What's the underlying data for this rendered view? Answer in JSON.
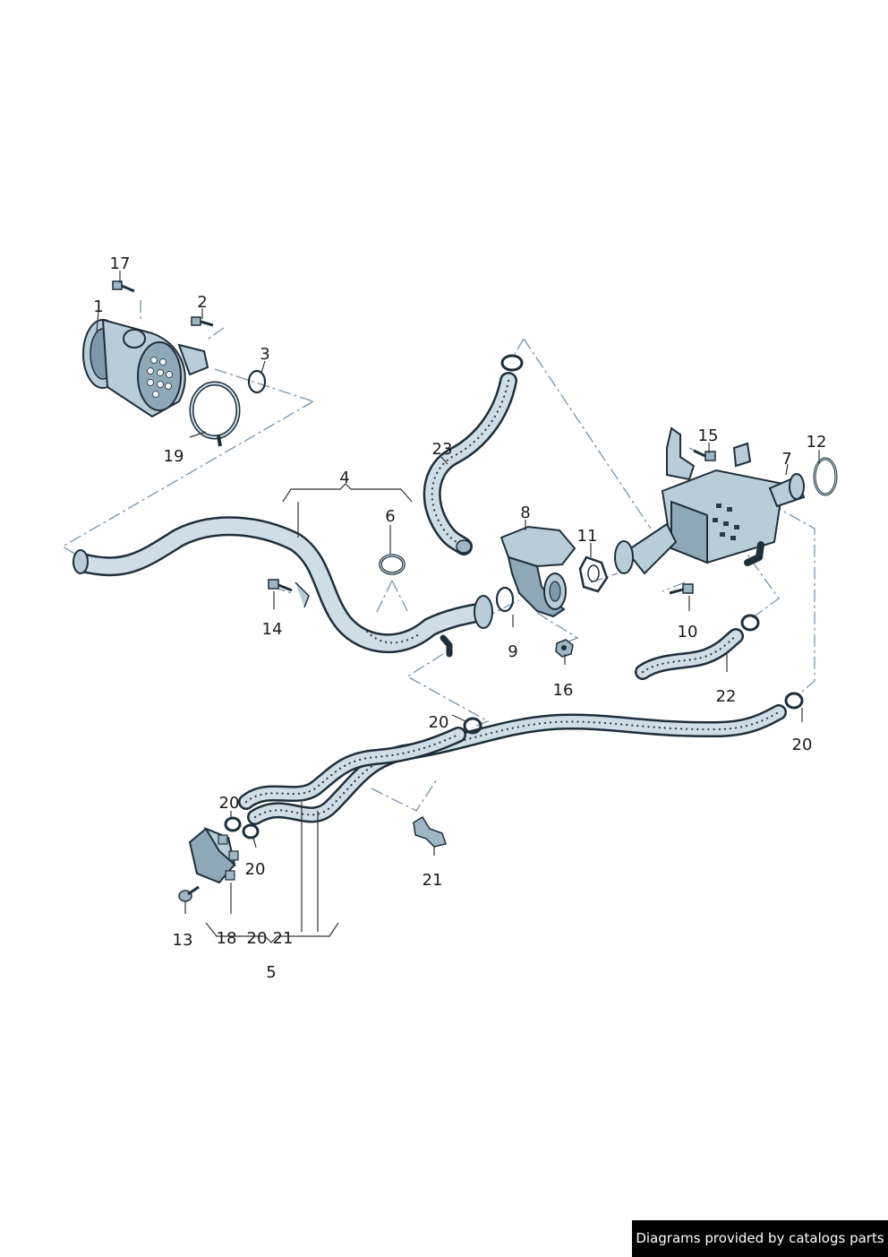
{
  "callouts": [
    {
      "id": "17",
      "text": "17"
    },
    {
      "id": "1",
      "text": "1"
    },
    {
      "id": "2",
      "text": "2"
    },
    {
      "id": "3",
      "text": "3"
    },
    {
      "id": "19",
      "text": "19"
    },
    {
      "id": "23",
      "text": "23"
    },
    {
      "id": "4",
      "text": "4"
    },
    {
      "id": "6",
      "text": "6"
    },
    {
      "id": "8",
      "text": "8"
    },
    {
      "id": "11",
      "text": "11"
    },
    {
      "id": "15",
      "text": "15"
    },
    {
      "id": "12",
      "text": "12"
    },
    {
      "id": "7",
      "text": "7"
    },
    {
      "id": "14",
      "text": "14"
    },
    {
      "id": "9",
      "text": "9"
    },
    {
      "id": "16",
      "text": "16"
    },
    {
      "id": "10",
      "text": "10"
    },
    {
      "id": "22",
      "text": "22"
    },
    {
      "id": "20a",
      "text": "20"
    },
    {
      "id": "20b",
      "text": "20"
    },
    {
      "id": "20c",
      "text": "20"
    },
    {
      "id": "20d",
      "text": "20"
    },
    {
      "id": "20e",
      "text": "20"
    },
    {
      "id": "21a",
      "text": "21"
    },
    {
      "id": "21b",
      "text": "21"
    },
    {
      "id": "13",
      "text": "13"
    },
    {
      "id": "18",
      "text": "18"
    },
    {
      "id": "5",
      "text": "5"
    }
  ],
  "footer": {
    "text": "Diagrams provided by catalogs parts"
  },
  "colors": {
    "metal": "#b9cdd9",
    "outline": "#1f2f3a",
    "leader_dash": "#7a93a8",
    "footer_bg": "#000000"
  }
}
